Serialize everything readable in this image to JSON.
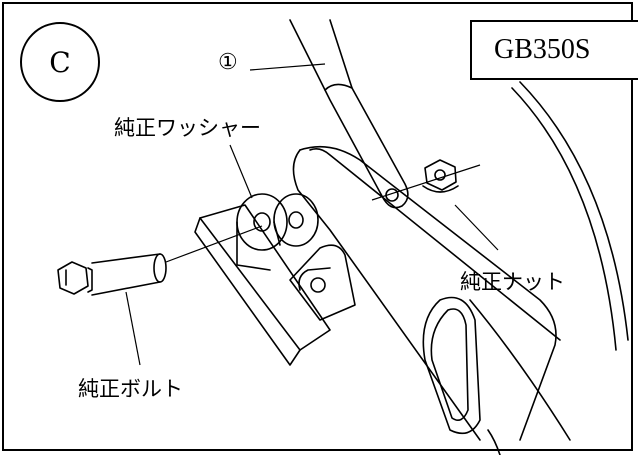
{
  "step_letter": "C",
  "model": "GB350S",
  "callouts": {
    "part_marker": "①",
    "washer": "純正ワッシャー",
    "nut": "純正ナット",
    "bolt": "純正ボルト"
  }
}
